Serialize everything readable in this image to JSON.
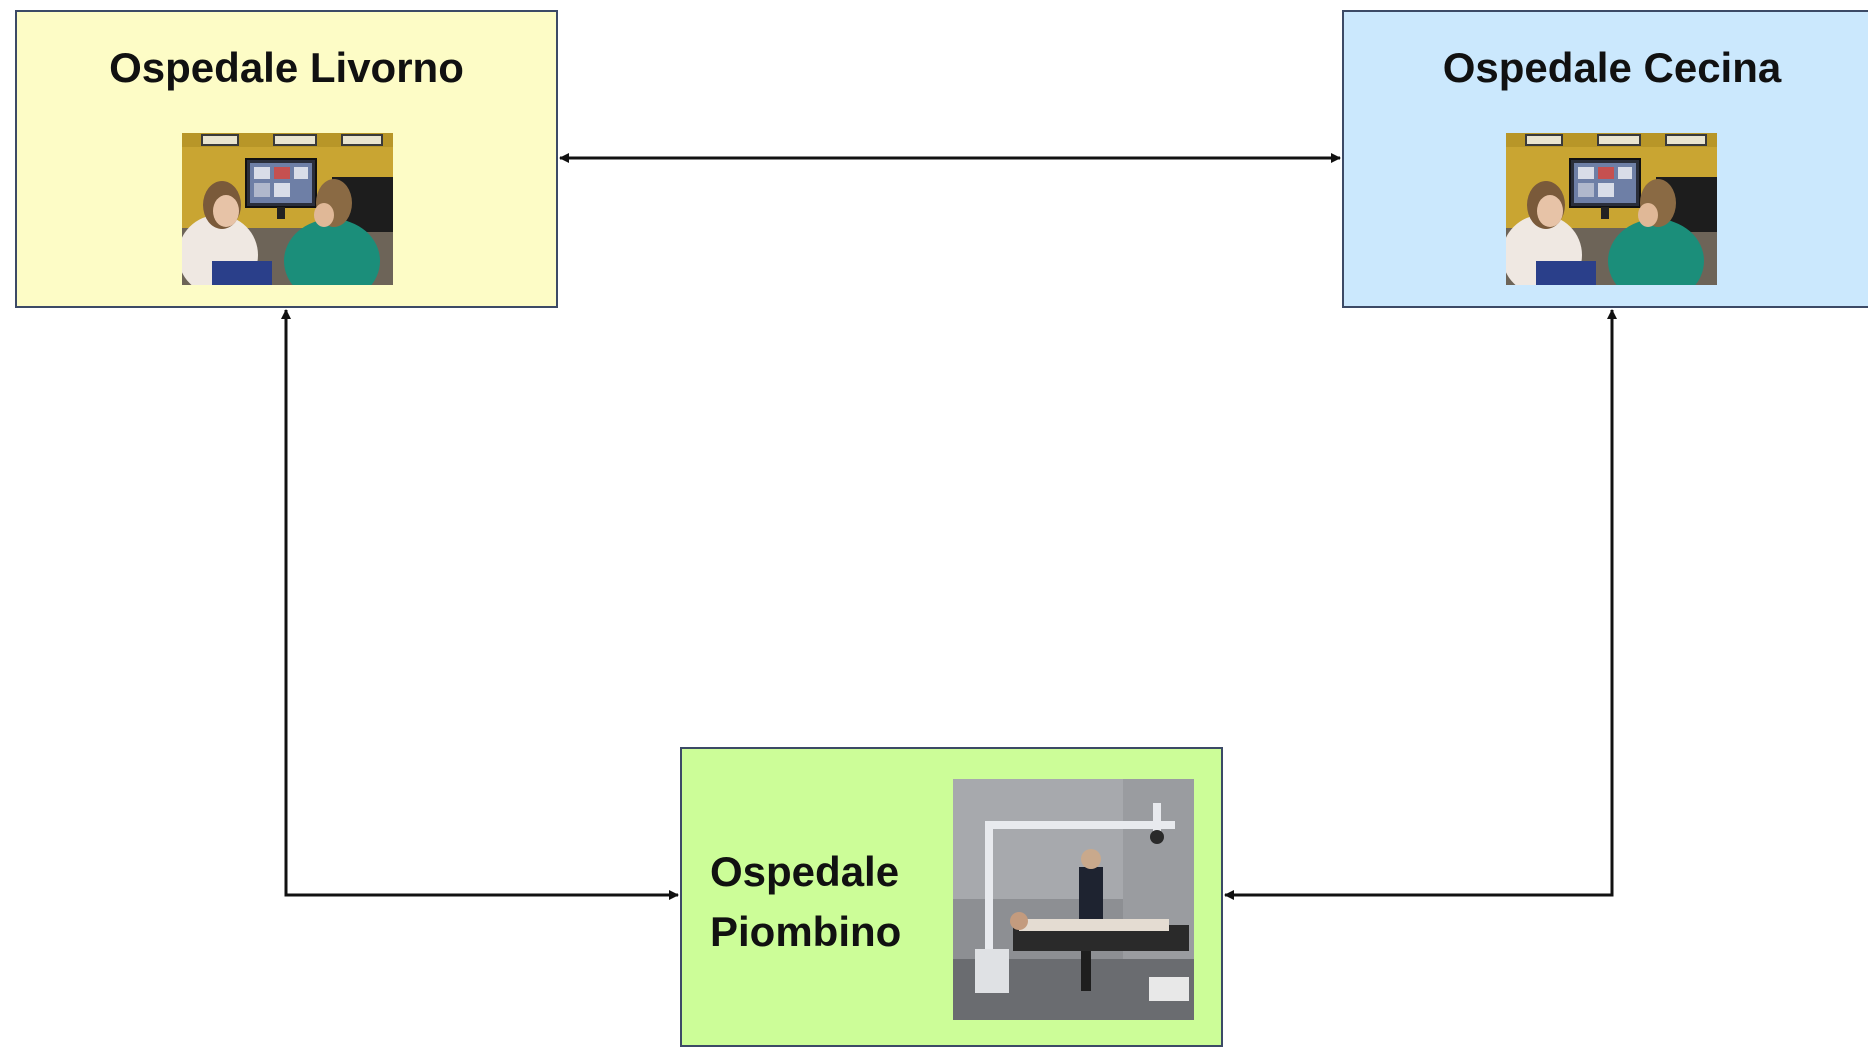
{
  "nodes": {
    "livorno": {
      "title": "Ospedale Livorno",
      "fill": "#fdfcc6",
      "photo": "telemedicine-workstation-photo"
    },
    "cecina": {
      "title": "Ospedale Cecina",
      "fill": "#cbe8fd",
      "photo": "telemedicine-workstation-photo"
    },
    "piombino": {
      "title": "Ospedale\nPiombino",
      "fill": "#ccfd98",
      "photo": "patient-examination-room-photo"
    }
  },
  "connections": [
    {
      "from": "livorno",
      "to": "cecina",
      "direction": "bidirectional"
    },
    {
      "from": "livorno",
      "to": "piombino",
      "direction": "bidirectional"
    },
    {
      "from": "cecina",
      "to": "piombino",
      "direction": "bidirectional"
    }
  ]
}
